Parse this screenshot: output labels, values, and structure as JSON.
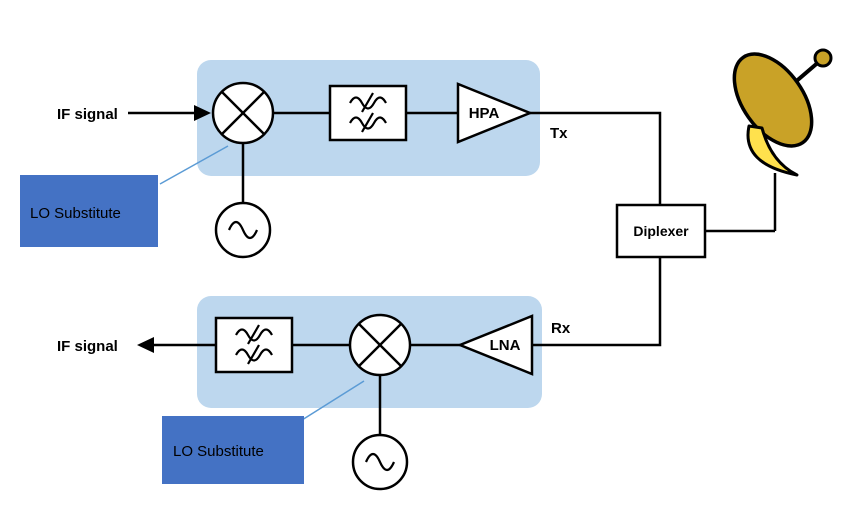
{
  "diagram": {
    "title_hint": "Satellite transceiver front-end block diagram",
    "colors": {
      "chain_bg": "#BDD7EE",
      "lo_box_bg": "#4472C4",
      "lo_box_text": "#FFFFFF",
      "line": "#000000",
      "callout_line": "#5B9BD5",
      "dish_body": "#C9A227",
      "dish_base": "#FFE14D"
    },
    "tx_chain": {
      "input_label": "IF signal",
      "amplifier_label": "HPA",
      "port_label": "Tx",
      "lo_callout_label": "LO Substitute"
    },
    "rx_chain": {
      "output_label": "IF signal",
      "amplifier_label": "LNA",
      "port_label": "Rx",
      "lo_callout_label": "LO Substitute"
    },
    "diplexer_label": "Diplexer",
    "icons": [
      "mixer-icon",
      "bandpass-filter-icon",
      "oscillator-icon",
      "satellite-dish-icon"
    ]
  }
}
